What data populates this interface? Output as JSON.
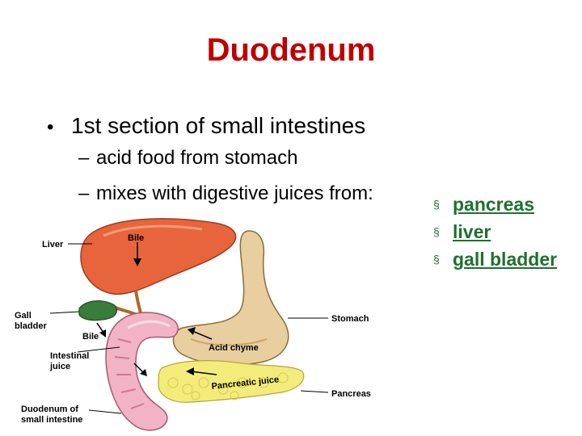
{
  "slide": {
    "title": "Duodenum",
    "bullet": {
      "marker": "•",
      "text": "1st section of small intestines"
    },
    "sub_items": [
      {
        "dash": "–",
        "text": "acid food from stomach"
      },
      {
        "dash": "–",
        "text": "mixes with digestive juices from:"
      }
    ],
    "sources": {
      "marker": "§",
      "items": [
        "pancreas",
        "liver",
        "gall bladder"
      ]
    }
  },
  "diagram": {
    "labels": {
      "liver": "Liver",
      "bile_top": "Bile",
      "gall_line1": "Gall",
      "gall_line2": "bladder",
      "bile_bottom": "Bile",
      "stomach": "Stomach",
      "acid_chyme": "Acid chyme",
      "intestinal_line1": "Intestinal",
      "intestinal_line2": "juice",
      "pancreatic_juice": "Pancreatic juice",
      "pancreas": "Pancreas",
      "duodenum_line1": "Duodenum of",
      "duodenum_line2": "small intestine"
    }
  },
  "colors": {
    "title": "#c00000",
    "list_text": "#1f6f2f",
    "liver": "#e8643c",
    "gall_bladder": "#3a7d3a",
    "stomach": "#e9cfa0",
    "duodenum": "#f2b3c6",
    "pancreas": "#f4ec7a"
  }
}
